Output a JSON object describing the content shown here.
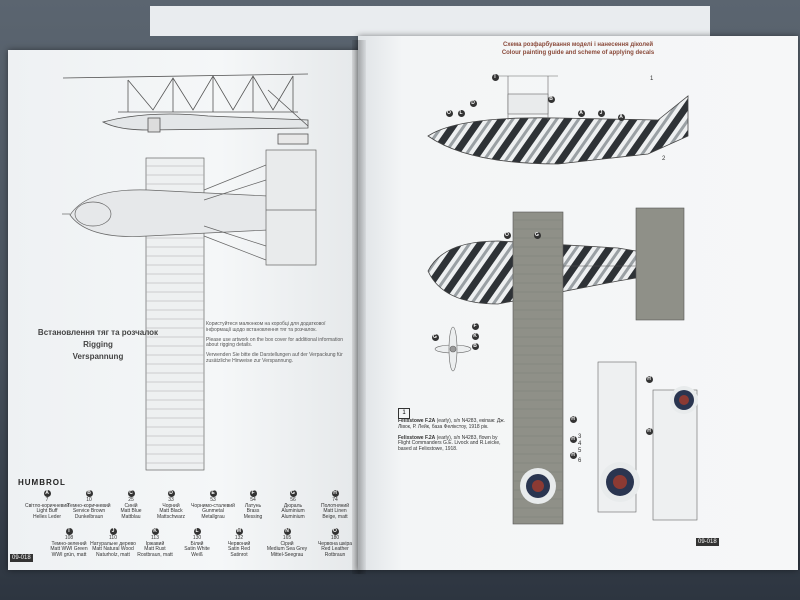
{
  "left_page": {
    "rigging_titles": [
      "Встановлення тяг та розчалок",
      "Rigging",
      "Verspannung"
    ],
    "rigging_notes": [
      "Користуйтеся малюнком на коробці для додаткової інформації щодо встановлення тяг та розчалок.",
      "Please use artwork on the box cover for additional information about rigging details.",
      "Verwenden Sie bitte die Darstellungen auf der Verpackung für zusätzliche Hinweise zur Verspannung."
    ],
    "humbrol_label": "HUMBROL",
    "paints_row1": [
      {
        "letter": "A",
        "num": "7",
        "lines": [
          "Світло-коричневий",
          "Light Buff",
          "Helles Leder"
        ]
      },
      {
        "letter": "B",
        "num": "10",
        "lines": [
          "Темно-коричневий",
          "Service Brown",
          "Dunkelbraun"
        ]
      },
      {
        "letter": "C",
        "num": "25",
        "lines": [
          "Синій",
          "Matt Blue",
          "Mattblau"
        ]
      },
      {
        "letter": "D",
        "num": "33",
        "lines": [
          "Чорний",
          "Matt Black",
          "Mattschwarz"
        ]
      },
      {
        "letter": "E",
        "num": "53",
        "lines": [
          "Чорнимо-сталевий",
          "Gunmetal",
          "Metallgrau"
        ]
      },
      {
        "letter": "F",
        "num": "54",
        "lines": [
          "Латунь",
          "Brass",
          "Messing"
        ]
      },
      {
        "letter": "G",
        "num": "56",
        "lines": [
          "Дюраль",
          "Aluminium",
          "Aluminium"
        ]
      },
      {
        "letter": "H",
        "num": "74",
        "lines": [
          "Полотняний",
          "Matt Linen",
          "Beige, matt"
        ]
      }
    ],
    "paints_row2": [
      {
        "letter": "I",
        "num": "108",
        "lines": [
          "Темно-зелений",
          "Matt WWI Green",
          "WWI grün, matt"
        ]
      },
      {
        "letter": "J",
        "num": "110",
        "lines": [
          "Натуральне дерево",
          "Matt Natural Wood",
          "Naturholz, matt"
        ]
      },
      {
        "letter": "K",
        "num": "113",
        "lines": [
          "Іржавий",
          "Matt Rust",
          "Rostbraun, matt"
        ]
      },
      {
        "letter": "L",
        "num": "130",
        "lines": [
          "Білий",
          "Satin White",
          "Weiß"
        ]
      },
      {
        "letter": "M",
        "num": "132",
        "lines": [
          "Червоний",
          "Satin Red",
          "Satinrot"
        ]
      },
      {
        "letter": "N",
        "num": "165",
        "lines": [
          "Сірий",
          "Medium Sea Grey",
          "Mittel-Seegrau"
        ]
      },
      {
        "letter": "O",
        "num": "180",
        "lines": [
          "Червона шкіра",
          "Red Leather",
          "Rotbraun"
        ]
      }
    ],
    "page_code": "09-018"
  },
  "right_page": {
    "title_lines": [
      "Схема розфарбування моделі і нанесення діколей",
      "Colour painting guide and scheme of applying decals"
    ],
    "figure_number": "1",
    "caption_paragraphs": [
      {
        "bold": "Felixstowe F.2A",
        "text": " (early), s/n N4283, екіпаж: Дж. Лівок, Р. Лейк, база Фелікстоу, 1918 рік."
      },
      {
        "bold": "Felixstowe F.2A",
        "text": " (early), s/n N4283, flown by Flight Commanders G.E. Livock and R.Leicke, based at Felixstowe, 1918."
      }
    ],
    "callouts_top": [
      "D",
      "O",
      "L",
      "I",
      "B",
      "A",
      "J",
      "A",
      "O",
      "G"
    ],
    "callouts_prop": [
      "F",
      "K",
      "G",
      "B"
    ],
    "callouts_wing": [
      "H",
      "H",
      "H",
      "H",
      "H"
    ],
    "decal_numbers": [
      "1",
      "2",
      "3",
      "4",
      "5",
      "6"
    ],
    "page_code": "09-018"
  },
  "colors": {
    "paper": "#f4f6f7",
    "ink": "#333333",
    "roundel_red": "#8c3a33",
    "roundel_blue": "#2a3550",
    "wing_grey": "#8f9088",
    "table": "#46505b"
  }
}
